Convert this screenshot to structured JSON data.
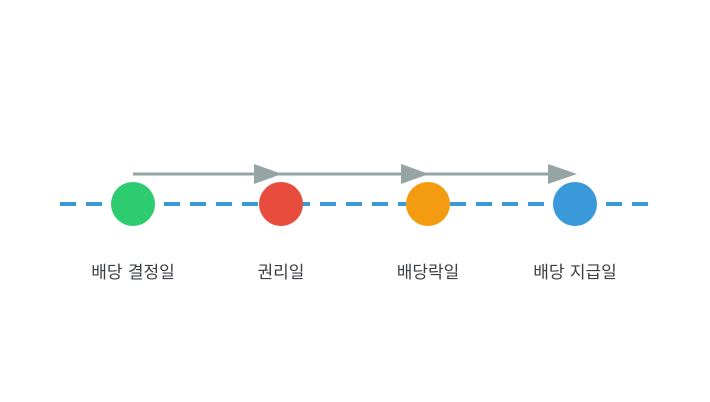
{
  "timeline": {
    "line_color": "#3a99d8",
    "arrow_color": "#95a5a6",
    "steps": [
      {
        "label": "배당 결정일",
        "color": "#2ecc71"
      },
      {
        "label": "권리일",
        "color": "#e74c3c"
      },
      {
        "label": "배당락일",
        "color": "#f39c12"
      },
      {
        "label": "배당 지급일",
        "color": "#3a99d8"
      }
    ]
  }
}
